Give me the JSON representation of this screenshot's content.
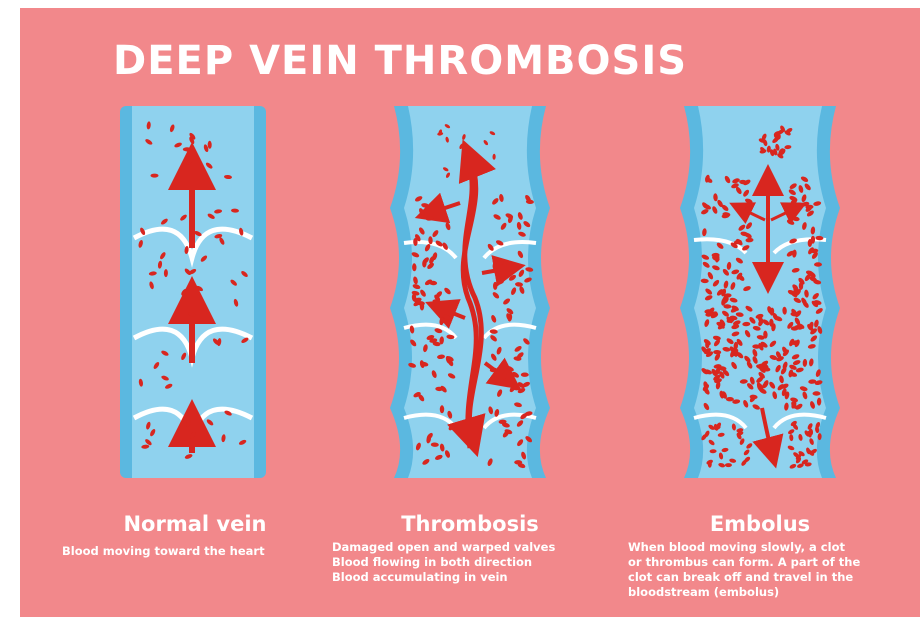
{
  "title": "DEEP VEIN THROMBOSIS",
  "panels": [
    {
      "heading": "Normal vein",
      "description": [
        "Blood moving toward the heart"
      ]
    },
    {
      "heading": "Thrombosis",
      "description": [
        "Damaged open and warped valves",
        "Blood flowing in both direction",
        "Blood accumulating in vein"
      ]
    },
    {
      "heading": "Embolus",
      "description": [
        "When blood moving slowly, a clot",
        "or thrombus can form. A part of the",
        "clot can break off and travel in the",
        "bloodstream (embolus)"
      ]
    }
  ],
  "colors": {
    "background": "#f2888b",
    "vein_fill": "#8fd2ee",
    "vein_wall": "#5bb8e0",
    "blood": "#d8261f",
    "text": "#ffffff"
  }
}
